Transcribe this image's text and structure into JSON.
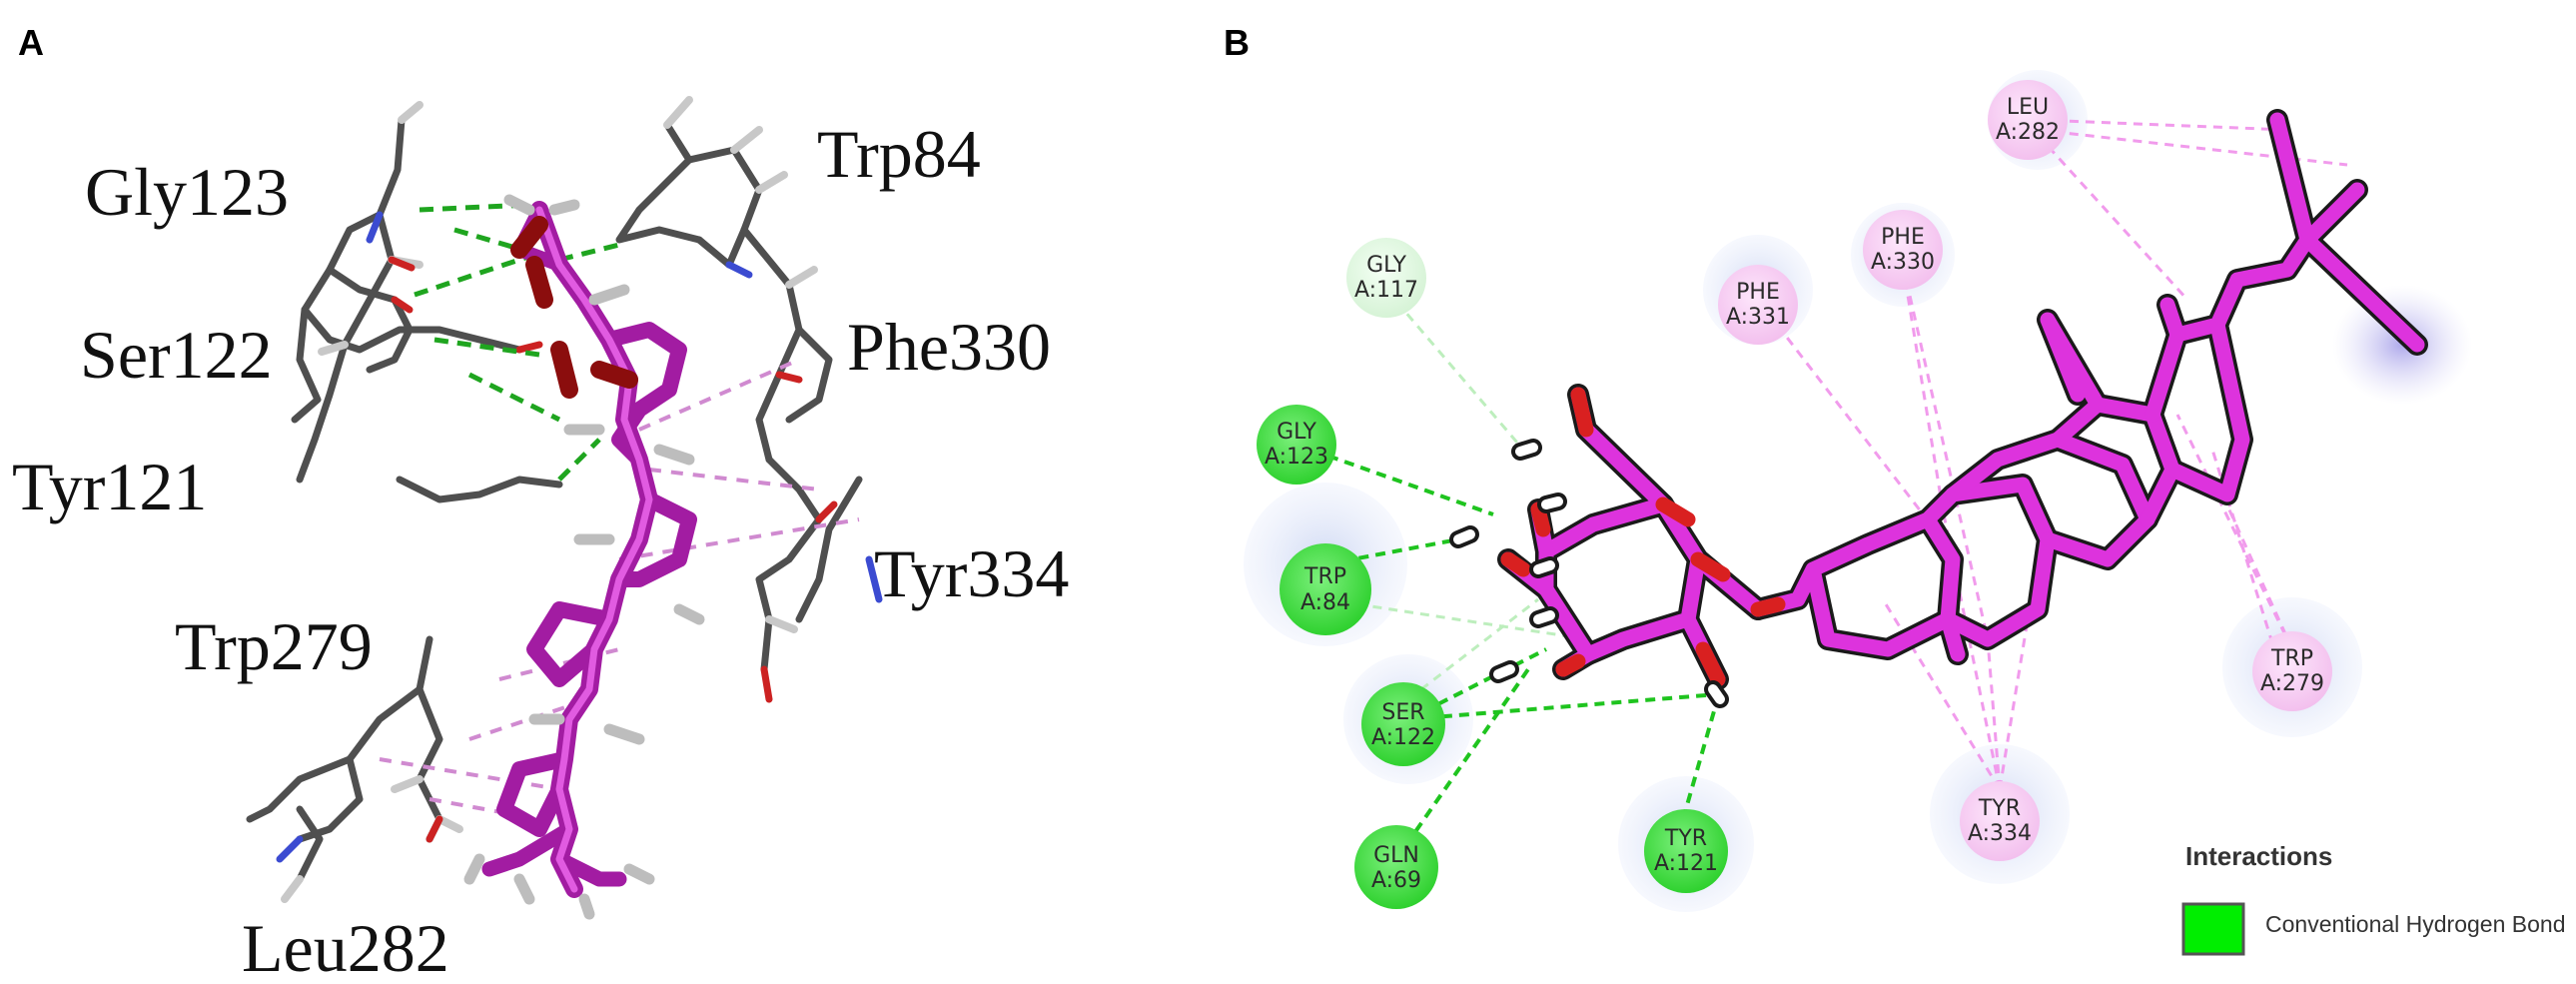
{
  "panels": {
    "a": {
      "letter": "A"
    },
    "b": {
      "letter": "B"
    }
  },
  "panel_a_labels": [
    "Gly123",
    "Trp84",
    "Ser122",
    "Phe330",
    "Tyr121",
    "Tyr334",
    "Trp279",
    "Leu282"
  ],
  "residues": [
    {
      "name": "GLY",
      "id": "A:117",
      "kind": "weak-hbond"
    },
    {
      "name": "GLY",
      "id": "A:123",
      "kind": "hbond"
    },
    {
      "name": "TRP",
      "id": "A:84",
      "kind": "hbond"
    },
    {
      "name": "SER",
      "id": "A:122",
      "kind": "hbond"
    },
    {
      "name": "GLN",
      "id": "A:69",
      "kind": "hbond"
    },
    {
      "name": "TYR",
      "id": "A:121",
      "kind": "hbond"
    },
    {
      "name": "PHE",
      "id": "A:331",
      "kind": "pi"
    },
    {
      "name": "PHE",
      "id": "A:330",
      "kind": "pi"
    },
    {
      "name": "LEU",
      "id": "A:282",
      "kind": "pi"
    },
    {
      "name": "TRP",
      "id": "A:279",
      "kind": "pi"
    },
    {
      "name": "TYR",
      "id": "A:334",
      "kind": "pi"
    }
  ],
  "legend": {
    "title": "Interactions",
    "items": [
      {
        "label": "Conventional Hydrogen Bond",
        "color": "#00ee00"
      }
    ]
  },
  "colors": {
    "ligand": "#dd33dd",
    "hbond_residue": "#3fde3f",
    "weak_residue": "#dff7df",
    "pi_residue": "#f7c9f3",
    "hbond_line": "#1fc41f",
    "pi_line": "#f19bec"
  }
}
